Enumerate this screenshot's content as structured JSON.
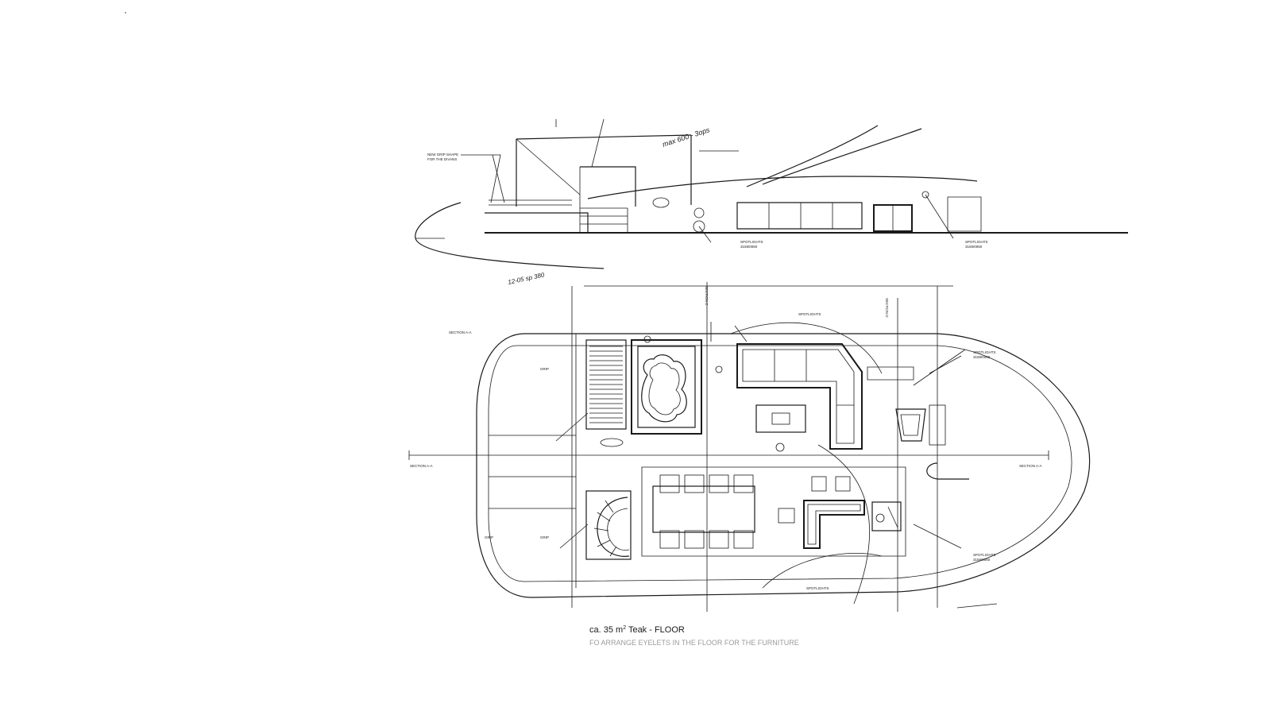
{
  "labels": {
    "new_grip_shape": "NEW GRIP SHAPE",
    "for_the_divans": "FOR THE DIVANS",
    "section_aa_left": "SECTION A-A",
    "section_aa_axis_left": "SECTION A-A",
    "section_aa_axis_right": "SECTION A-A",
    "grip_top": "GRIP",
    "grip_bottom_left": "GRIP",
    "grip_bottom_mid": "GRIP",
    "section_c": "SECTION C",
    "section_d": "SECTION D",
    "spotlights": "SPOTLIGHTS",
    "spot_code": "3159/0060"
  },
  "caption": {
    "area": "ca. 35 m",
    "sup": "2",
    "rest": " Teak - FLOOR",
    "note": "FO ARRANGE EYELETS IN THE FLOOR FOR THE FURNITURE"
  },
  "handwriting": {
    "top_note": "max 600 - 3ops",
    "bottom_note": "12-05 sp 380"
  }
}
